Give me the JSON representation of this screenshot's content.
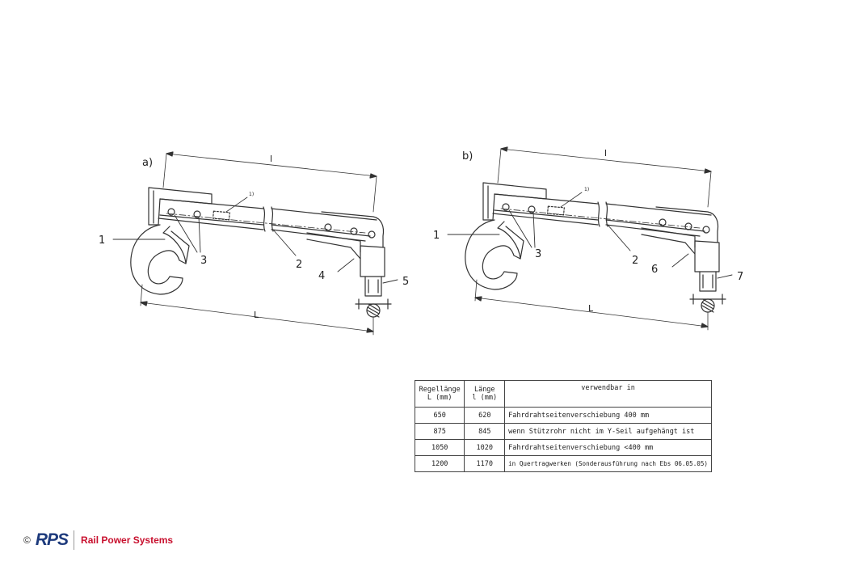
{
  "figure": {
    "panel_a": {
      "label": "a)",
      "dim_top": "l",
      "dim_bottom": "L",
      "callouts": [
        "1",
        "3",
        "2",
        "4",
        "5"
      ],
      "small_mark": "1)"
    },
    "panel_b": {
      "label": "b)",
      "dim_top": "l",
      "dim_bottom": "L",
      "callouts": [
        "1",
        "3",
        "2",
        "6",
        "7"
      ],
      "small_mark": "1)"
    }
  },
  "table": {
    "headers": [
      "Regellänge\nL (mm)",
      "Länge\nl (mm)",
      "verwendbar in"
    ],
    "rows": [
      [
        "650",
        "620",
        "Fahrdrahtseitenverschiebung 400 mm"
      ],
      [
        "875",
        "845",
        "wenn Stützrohr nicht im Y-Seil aufgehängt ist"
      ],
      [
        "1050",
        "1020",
        "Fahrdrahtseitenverschiebung <400 mm"
      ],
      [
        "1200",
        "1170",
        "in Quertragwerken (Sonderausführung nach Ebs 06.05.05)"
      ]
    ]
  },
  "footer": {
    "copyright": "©",
    "logo_text": "RPS",
    "brand_name": "Rail Power Systems",
    "brand_color": "#c8102e",
    "logo_color": "#1d3a7c"
  }
}
